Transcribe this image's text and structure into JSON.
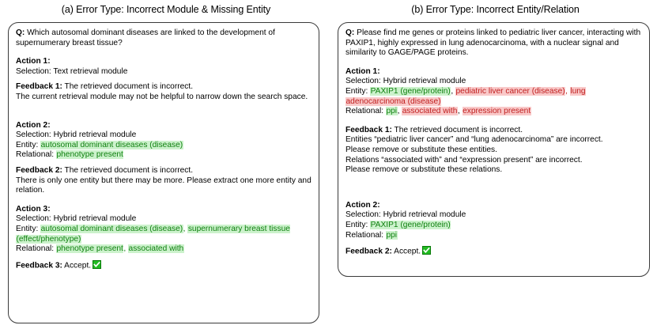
{
  "panels": [
    {
      "id": "panel-a",
      "title": "(a) Error Type: Incorrect Module & Missing Entity",
      "question_label": "Q:",
      "question_text": " Which autosomal dominant diseases are linked to the development of supernumerary breast tissue?",
      "steps": {
        "action1_label": "Action 1:",
        "action1_selection": "Selection: Text retrieval module",
        "feedback1_label": "Feedback 1:",
        "feedback1_text": " The retrieved document is incorrect.",
        "feedback1_detail": "The current retrieval module may not be helpful to narrow down the search space.",
        "action2_label": "Action 2:",
        "action2_selection": "Selection: Hybrid retrieval module",
        "action2_entity_label": "Entity: ",
        "action2_entity_value": "autosomal dominant diseases (disease)",
        "action2_relational_label": "Relational: ",
        "action2_relational_value": "phenotype present",
        "feedback2_label": "Feedback 2:",
        "feedback2_text": " The retrieved document is incorrect.",
        "feedback2_detail": "There is only one entity but there may be more. Please extract one more entity and relation.",
        "action3_label": "Action 3:",
        "action3_selection": "Selection: Hybrid retrieval module",
        "action3_entity_label": "Entity: ",
        "action3_entity_value_1": "autosomal dominant diseases (disease)",
        "action3_entity_sep": ", ",
        "action3_entity_value_2": "supernumerary breast tissue (effect/phenotype)",
        "action3_relational_label": "Relational: ",
        "action3_relational_value_1": "phenotype present",
        "action3_relational_sep": ", ",
        "action3_relational_value_2": "associated with",
        "feedback3_label": "Feedback 3:",
        "feedback3_text": " Accept.",
        "feedback3_icon": "green-check-icon"
      }
    },
    {
      "id": "panel-b",
      "title": "(b) Error Type: Incorrect Entity/Relation",
      "question_label": "Q:",
      "question_text": " Please find me genes or proteins linked to pediatric liver cancer, interacting with PAXIP1, highly expressed in lung adenocarcinoma, with a nuclear signal and similarity to GAGE/PAGE proteins.",
      "steps": {
        "action1_label": "Action 1:",
        "action1_selection": "Selection: Hybrid retrieval module",
        "action1_entity_label": "Entity: ",
        "action1_entity_good": "PAXIP1 (gene/protein)",
        "action1_entity_sep1": ", ",
        "action1_entity_bad_1": "pediatric liver cancer (disease)",
        "action1_entity_sep2": ", ",
        "action1_entity_bad_2": "lung adenocarcinoma (disease)",
        "action1_relational_label": "Relational: ",
        "action1_relational_good": "ppi",
        "action1_relational_sep1": ", ",
        "action1_relational_bad_1": "associated with",
        "action1_relational_sep2": ", ",
        "action1_relational_bad_2": "expression present",
        "feedback1_label": "Feedback 1:",
        "feedback1_text": " The retrieved document is incorrect.",
        "feedback1_detail_1": "Entities “pediatric liver cancer” and “lung adenocarcinoma” are incorrect.",
        "feedback1_detail_2": "Please remove or substitute these entities.",
        "feedback1_detail_3": "Relations “associated with” and “expression present” are incorrect.",
        "feedback1_detail_4": "Please remove or substitute these relations.",
        "action2_label": "Action 2:",
        "action2_selection": "Selection: Hybrid retrieval module",
        "action2_entity_label": "Entity: ",
        "action2_entity_value": "PAXIP1 (gene/protein)",
        "action2_relational_label": "Relational: ",
        "action2_relational_value": "ppi",
        "feedback2_label": "Feedback 2:",
        "feedback2_text": " Accept.",
        "feedback2_icon": "green-check-icon"
      }
    }
  ],
  "colors": {
    "highlight_green_bg": "#ccf2cc",
    "highlight_green_text": "#108010",
    "highlight_red_bg": "#f9c9c9",
    "highlight_red_text": "#c02020",
    "panel_border": "#3a3a3a",
    "check_icon_fill": "#22bb22",
    "background": "#ffffff"
  }
}
